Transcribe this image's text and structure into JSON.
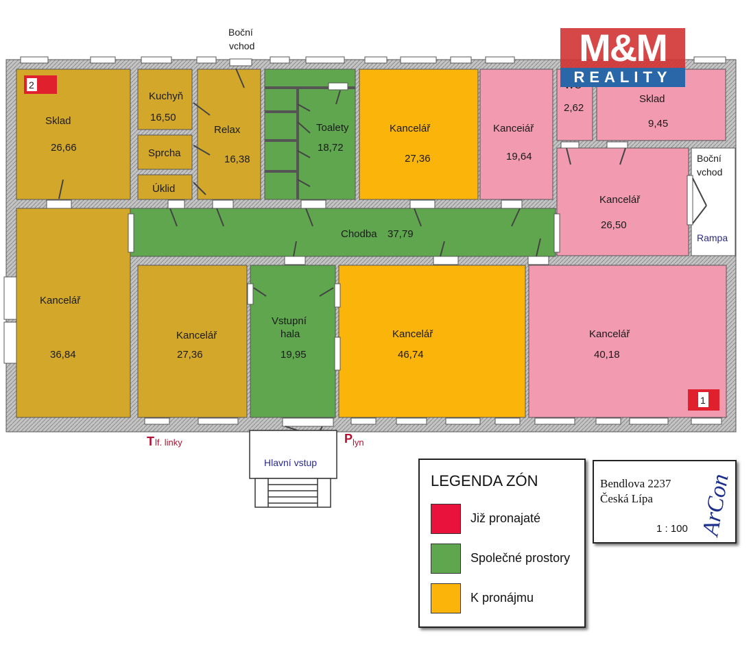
{
  "plan": {
    "rooms": [
      {
        "id": "sklad-left",
        "name": "Sklad",
        "area": "26,66",
        "zone": "rent"
      },
      {
        "id": "kuchyn",
        "name": "Kuchyň",
        "area": "16,50",
        "zone": "rent"
      },
      {
        "id": "sprcha",
        "name": "Sprcha",
        "area": "",
        "zone": "rent"
      },
      {
        "id": "uklid",
        "name": "Úklid",
        "area": "",
        "zone": "rent"
      },
      {
        "id": "relax",
        "name": "Relax",
        "area": "16,38",
        "zone": "rent"
      },
      {
        "id": "toalety",
        "name": "Toalety",
        "area": "18,72",
        "zone": "common"
      },
      {
        "id": "kancelar-top-mid",
        "name": "Kancelář",
        "area": "27,36",
        "zone": "rent_orange"
      },
      {
        "id": "kancelar-top-pink",
        "name": "Kanceiář",
        "area": "19,64",
        "zone": "rented"
      },
      {
        "id": "wc",
        "name": "WC",
        "area": "2,62",
        "zone": "rented"
      },
      {
        "id": "sklad-right",
        "name": "Sklad",
        "area": "9,45",
        "zone": "rented"
      },
      {
        "id": "kancelar-right-mid",
        "name": "Kancelář",
        "area": "26,50",
        "zone": "rented"
      },
      {
        "id": "chodba",
        "name": "Chodba",
        "area": "37,79",
        "zone": "common"
      },
      {
        "id": "kancelar-left-big",
        "name": "Kancelář",
        "area": "36,84",
        "zone": "rent"
      },
      {
        "id": "kancelar-bottom-left",
        "name": "Kancelář",
        "area": "27,36",
        "zone": "rent"
      },
      {
        "id": "vstupni-hala",
        "name": "Vstupní hala",
        "area": "19,95",
        "zone": "common"
      },
      {
        "id": "kancelar-bottom-mid",
        "name": "Kancelář",
        "area": "46,74",
        "zone": "rent_orange"
      },
      {
        "id": "kancelar-bottom-right",
        "name": "Kancelář",
        "area": "40,18",
        "zone": "rented"
      }
    ],
    "labels": {
      "side_entrance_top": [
        "Boční",
        "vchod"
      ],
      "side_entrance_right": [
        "Boční",
        "vchod"
      ],
      "ramp": "Rampa",
      "main_entrance": "Hlavní vstup",
      "phone_lines_prefix": "T",
      "phone_lines": "lf. linky",
      "gas_prefix": "P",
      "gas": "lyn",
      "marker_1": "1",
      "marker_2": "2"
    }
  },
  "logo": {
    "top": "M&M",
    "bottom": "REALITY"
  },
  "legend": {
    "title": "LEGENDA ZÓN",
    "items": [
      {
        "label": "Již pronajaté",
        "color": "#e8123c"
      },
      {
        "label": "Společné prostory",
        "color": "#5fa64e"
      },
      {
        "label": "K pronájmu",
        "color": "#fbb40a"
      }
    ]
  },
  "stamp": {
    "address_line1": "Bendlova 2237",
    "address_line2": "Česká Lípa",
    "scale": "1 : 100",
    "logo_text": "ArCon"
  },
  "colors": {
    "wall": "#bdbdbd",
    "zone_rent": "#d3a82a",
    "zone_rent_orange": "#fbb40a",
    "zone_common": "#5fa64e",
    "zone_rented": "#f29ab0"
  }
}
